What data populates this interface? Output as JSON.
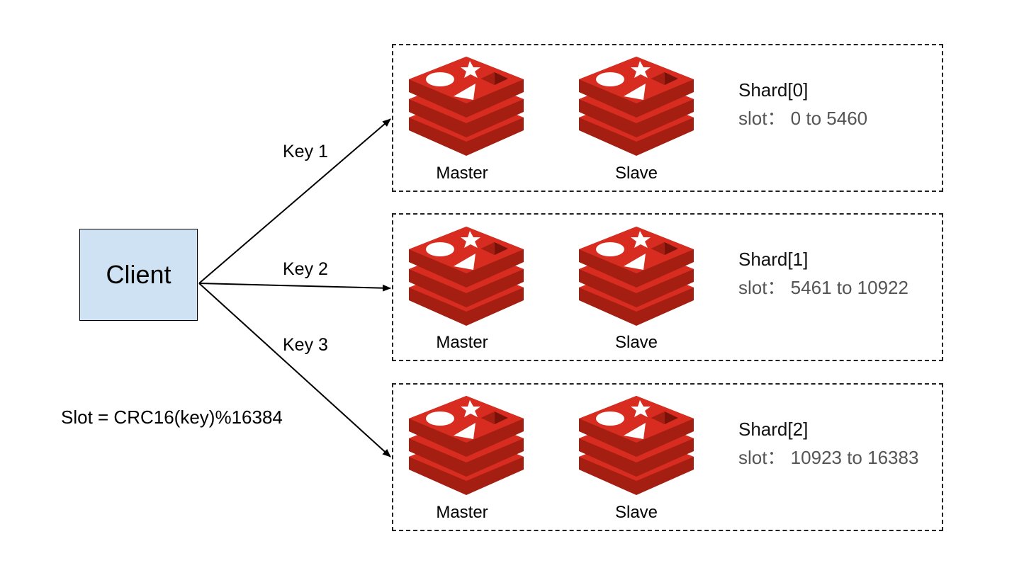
{
  "client": {
    "label": "Client"
  },
  "keys": [
    "Key 1",
    "Key 2",
    "Key 3"
  ],
  "formula": "Slot = CRC16(key)%16384",
  "shards": [
    {
      "title": "Shard[0]",
      "slot": "slot： 0 to 5460",
      "master_label": "Master",
      "slave_label": "Slave"
    },
    {
      "title": "Shard[1]",
      "slot": "slot： 5461 to 10922",
      "master_label": "Master",
      "slave_label": "Slave"
    },
    {
      "title": "Shard[2]",
      "slot": "slot： 10923 to 16383",
      "master_label": "Master",
      "slave_label": "Slave"
    }
  ],
  "colors": {
    "client_fill": "#cfe2f3",
    "redis_red": "#d82c20",
    "redis_dark": "#a41e11"
  },
  "icons": {
    "node": "redis-logo-icon"
  }
}
